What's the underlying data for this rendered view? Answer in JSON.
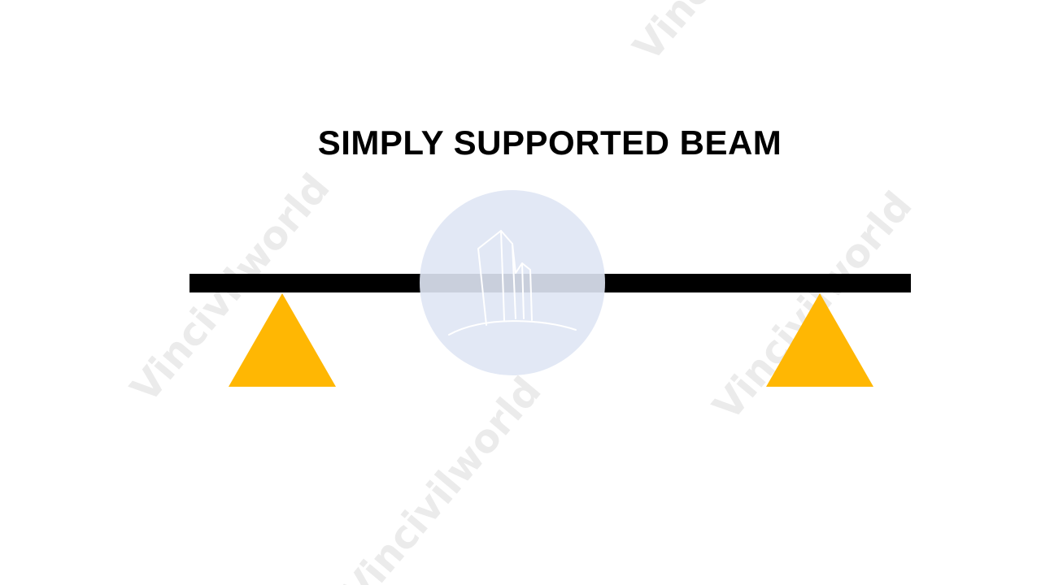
{
  "diagram": {
    "title": "SIMPLY SUPPORTED BEAM",
    "watermark_text": "Vincivilworld",
    "colors": {
      "background": "#ffffff",
      "beam": "#000000",
      "support": "#FFB703",
      "title": "#000000",
      "watermark": "#e9e9e9",
      "logo_circle": "#dfe6f4"
    },
    "icons": {
      "logo": "building-skyline-logo",
      "support": "pin-support-triangle-icon"
    }
  }
}
